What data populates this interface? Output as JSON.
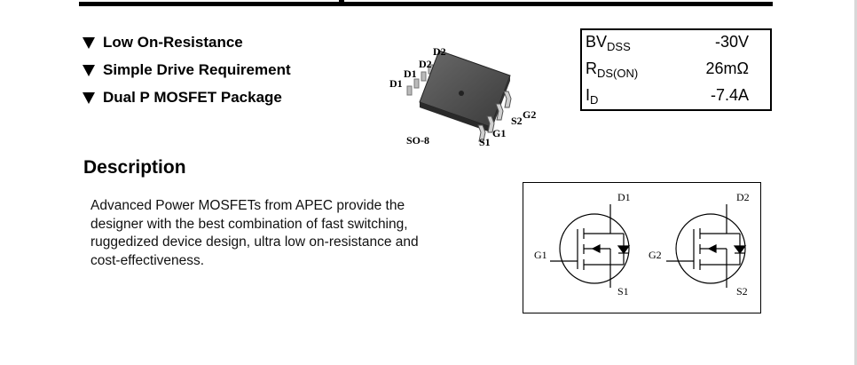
{
  "features": [
    {
      "label": "Low On-Resistance"
    },
    {
      "label": "Simple Drive Requirement"
    },
    {
      "label": "Dual P MOSFET Package"
    }
  ],
  "package": {
    "name": "SO-8",
    "pins": {
      "d1a": "D1",
      "d1b": "D1",
      "d2a": "D2",
      "d2b": "D2",
      "g2": "G2",
      "s2": "S2",
      "g1": "G1",
      "s1": "S1"
    }
  },
  "specs": [
    {
      "symbol": "BV",
      "sub": "DSS",
      "value": "-30V"
    },
    {
      "symbol": "R",
      "sub": "DS(ON)",
      "value": "26mΩ"
    },
    {
      "symbol": "I",
      "sub": "D",
      "value": "-7.4A"
    }
  ],
  "description": {
    "title": "Description",
    "body": "Advanced Power MOSFETs from APEC provide the designer with the best combination of fast switching, ruggedized device design, ultra low on-resistance and cost-effectiveness."
  },
  "circuit": {
    "labels": {
      "d1": "D1",
      "g1": "G1",
      "s1": "S1",
      "d2": "D2",
      "g2": "G2",
      "s2": "S2"
    }
  }
}
